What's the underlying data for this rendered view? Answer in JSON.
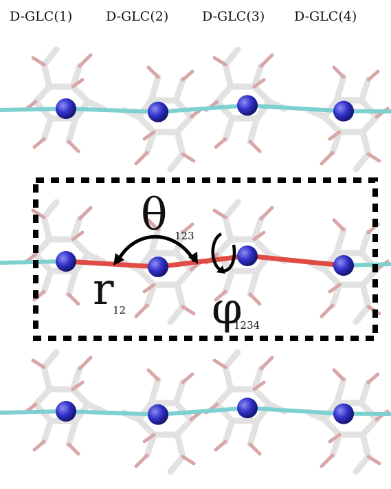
{
  "residues": [
    "D-GLC(1)",
    "D-GLC(2)",
    "D-GLC(3)",
    "D-GLC(4)"
  ],
  "annotations": {
    "bond": {
      "symbol": "r",
      "subscript": "12"
    },
    "angle": {
      "symbol": "θ",
      "subscript": "123"
    },
    "dihedral": {
      "symbol": "φ",
      "subscript": "1234"
    }
  },
  "colors": {
    "background": "#ffffff",
    "backbone": "#7fd0d0",
    "highlighted_chain": "#e04c44",
    "bead": "#2f2fc8",
    "bond_stick": "#e2e2e2",
    "oxygen": "#d9a6a6",
    "selection_box": "#000000"
  },
  "chains": [
    {
      "highlighted": false
    },
    {
      "highlighted": true
    },
    {
      "highlighted": false
    }
  ]
}
